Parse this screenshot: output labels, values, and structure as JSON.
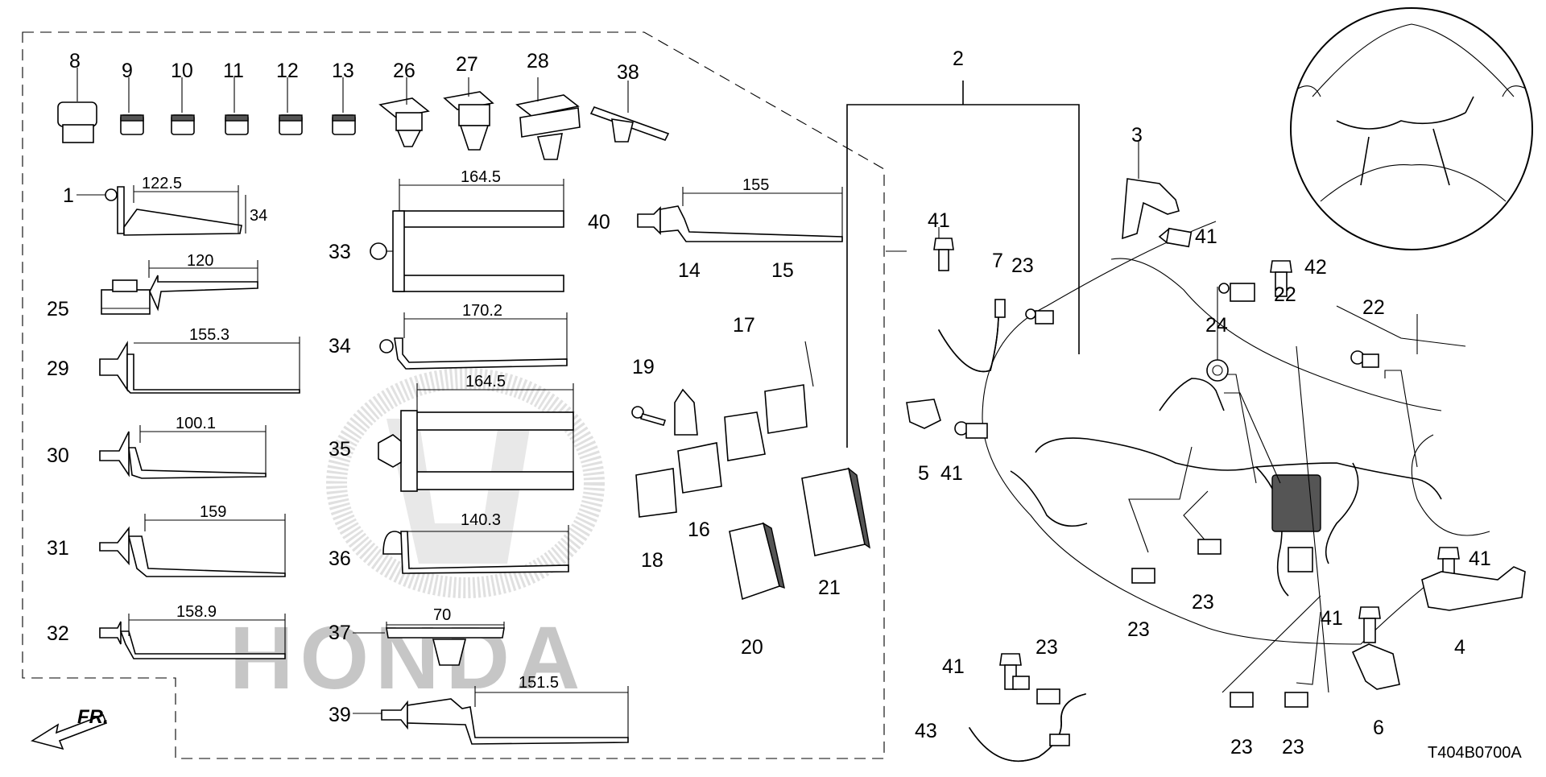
{
  "diagram": {
    "code": "T404B0700A",
    "direction_label": "FR.",
    "callouts": {
      "p1": "1",
      "p2": "2",
      "p3": "3",
      "p4": "4",
      "p5": "5",
      "p6": "6",
      "p7": "7",
      "p8": "8",
      "p9": "9",
      "p10": "10",
      "p11": "11",
      "p12": "12",
      "p13": "13",
      "p14": "14",
      "p15": "15",
      "p16": "16",
      "p17": "17",
      "p18": "18",
      "p19": "19",
      "p20": "20",
      "p21": "21",
      "p22": "22",
      "p23": "23",
      "p24": "24",
      "p25": "25",
      "p26": "26",
      "p27": "27",
      "p28": "28",
      "p29": "29",
      "p30": "30",
      "p31": "31",
      "p32": "32",
      "p33": "33",
      "p34": "34",
      "p35": "35",
      "p36": "36",
      "p37": "37",
      "p38": "38",
      "p39": "39",
      "p40": "40",
      "p41": "41",
      "p42": "42",
      "p43": "43"
    },
    "dimensions": {
      "d1_len": "122.5",
      "d1_h": "34",
      "d25": "120",
      "d29": "155.3",
      "d30": "100.1",
      "d31": "159",
      "d32": "158.9",
      "d33": "164.5",
      "d34": "170.2",
      "d35": "164.5",
      "d36": "140.3",
      "d37": "70",
      "d39": "151.5",
      "d40": "155"
    }
  }
}
